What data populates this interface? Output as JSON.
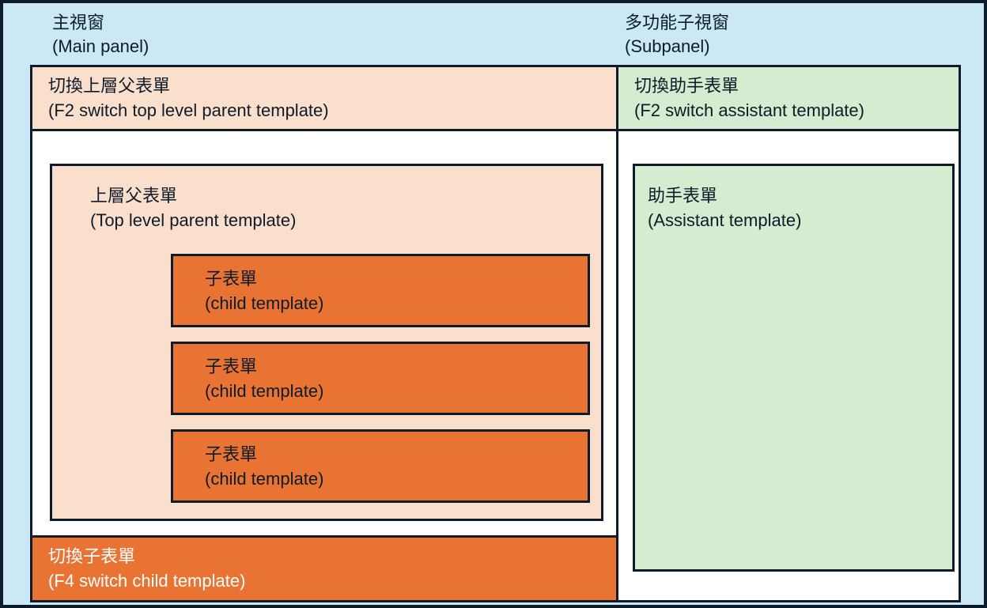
{
  "colors": {
    "background": "#cae8f6",
    "outline": "#0d1b2a",
    "peach": "#fbdfcd",
    "orange": "#e97332",
    "green": "#d6ecd0",
    "panel_white": "#ffffff",
    "text_dark": "#0d1b2a",
    "text_white": "#ffffff"
  },
  "captions": {
    "main_panel": {
      "zh": "主視窗",
      "en": "(Main panel)"
    },
    "subpanel": {
      "zh": "多功能子視窗",
      "en": "(Subpanel)"
    }
  },
  "main_panel": {
    "switch_parent": {
      "zh": "切換上層父表單",
      "en": "(F2 switch top level parent template)"
    },
    "parent_template": {
      "zh": "上層父表單",
      "en": "(Top level parent template)"
    },
    "children": [
      {
        "zh": "子表單",
        "en": "(child template)"
      },
      {
        "zh": "子表單",
        "en": "(child template)"
      },
      {
        "zh": "子表單",
        "en": "(child template)"
      }
    ],
    "switch_child": {
      "zh": "切換子表單",
      "en": "(F4 switch child template)"
    }
  },
  "subpanel": {
    "switch_assistant": {
      "zh": "切換助手表單",
      "en": "(F2 switch assistant template)"
    },
    "assistant_template": {
      "zh": "助手表單",
      "en": "(Assistant template)"
    }
  }
}
